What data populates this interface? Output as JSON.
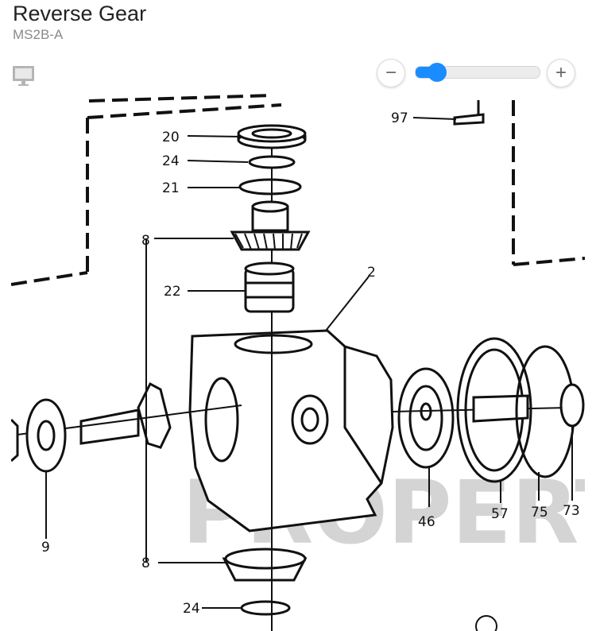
{
  "header": {
    "title": "Reverse Gear",
    "subtitle": "MS2B-A"
  },
  "toolbar": {
    "screen_icon": "monitor-icon",
    "zoom_out_label": "−",
    "zoom_in_label": "+",
    "zoom_level": 0.18
  },
  "diagram": {
    "labels": {
      "l20": "20",
      "l24a": "24",
      "l21": "21",
      "l8a": "8",
      "l22": "22",
      "l2": "2",
      "l97": "97",
      "l9": "9",
      "l8b": "8",
      "l46": "46",
      "l57": "57",
      "l75": "75",
      "l73": "73",
      "l24b": "24"
    },
    "watermark": "PROPERTY OF VOLVO PENTA"
  }
}
